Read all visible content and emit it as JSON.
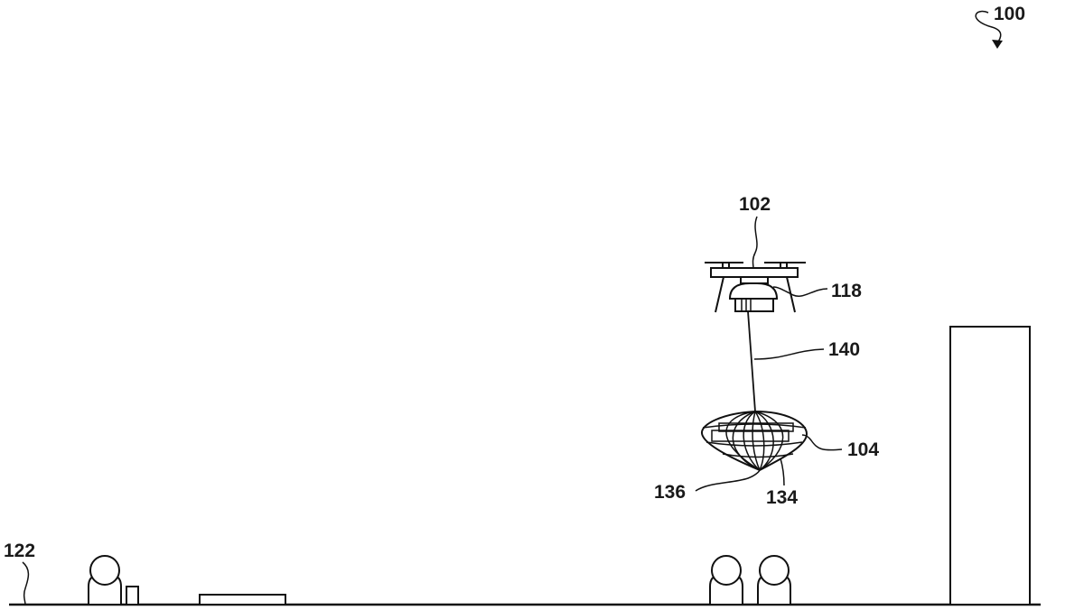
{
  "figure": {
    "labels": {
      "system": "100",
      "uav": "102",
      "winch": "118",
      "tether": "140",
      "package": "104",
      "net_attachment": "136",
      "net": "134",
      "ground": "122"
    }
  }
}
